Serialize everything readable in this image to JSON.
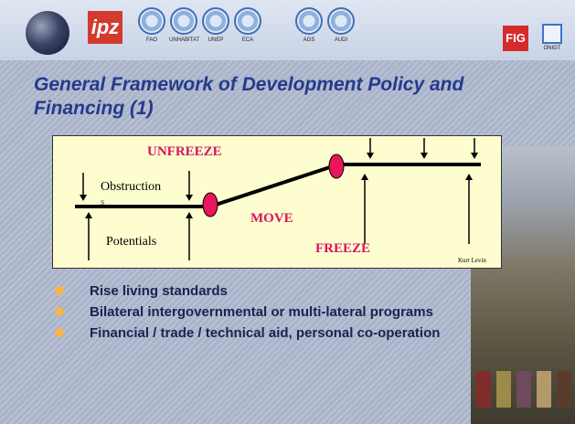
{
  "logos": {
    "irz": "ipz",
    "un_agencies": [
      "FAO",
      "UNHABITAT",
      "UNEP",
      "ECA",
      "AGS",
      "AUDI"
    ],
    "fig": "FIG",
    "onigt": "ONIGT"
  },
  "title": "General Framework of Development Policy and Financing (1)",
  "diagram": {
    "unfreeze": "UNFREEZE",
    "move": "MOVE",
    "freeze": "FREEZE",
    "obstruction": "Obstruction",
    "obstruction_suffix": "s",
    "potentials": "Potentials",
    "author": "Kurt Levin",
    "marker_color": "#e8175d",
    "label_color": "#d6145e"
  },
  "bullets": [
    "Rise living standards",
    "Bilateral intergovernmental or multi-lateral programs",
    "Financial / trade / technical aid, personal co-operation"
  ]
}
